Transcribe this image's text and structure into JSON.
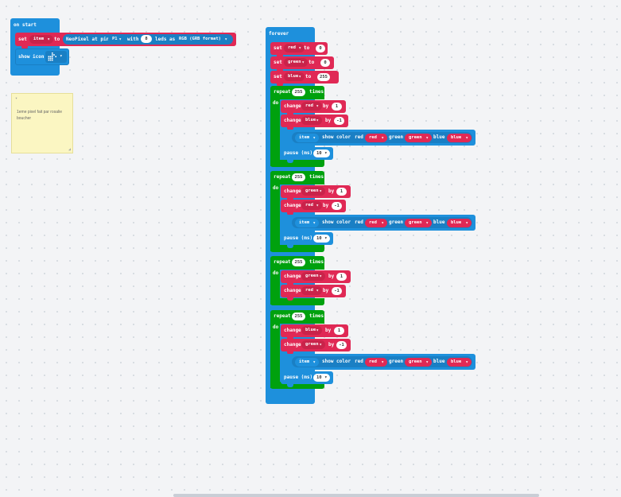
{
  "on_start": {
    "label": "on start",
    "set_kw": "set",
    "item_var": "item",
    "to_kw": "to",
    "neopixel_label": "NeoPixel at pin",
    "pin": "P1",
    "with_kw": "with",
    "leds_value": "8",
    "leds_as": "leds as",
    "format": "RGB (GRB format)",
    "show_icon": "show icon"
  },
  "comment": {
    "text": "1eme pixel fait par rosalie boucher"
  },
  "forever": {
    "label": "forever",
    "sets": [
      {
        "kw": "set",
        "var": "red",
        "to": "to",
        "val": "0"
      },
      {
        "kw": "set",
        "var": "green",
        "to": "to",
        "val": "0"
      },
      {
        "kw": "set",
        "var": "blue",
        "to": "to",
        "val": "255"
      }
    ],
    "repeat_kw": "repeat",
    "times_kw": "times",
    "do_kw": "do",
    "change_kw": "change",
    "by_kw": "by",
    "item_var": "item",
    "show_color": "show color",
    "red_kw": "red",
    "green_kw": "green",
    "blue_kw": "blue",
    "red_var": "red",
    "green_var": "green",
    "blue_var": "blue",
    "pause_label": "pause (ms)",
    "pause_val": "10",
    "loops": [
      {
        "count": "255",
        "c1": {
          "var": "red",
          "val": "1"
        },
        "c2": {
          "var": "blue",
          "val": "-1"
        },
        "show": true
      },
      {
        "count": "255",
        "c1": {
          "var": "green",
          "val": "1"
        },
        "c2": {
          "var": "red",
          "val": "-1"
        },
        "show": true
      },
      {
        "count": "255",
        "c1": {
          "var": "green",
          "val": "1"
        },
        "c2": {
          "var": "red",
          "val": "-1"
        },
        "show": false
      },
      {
        "count": "255",
        "c1": {
          "var": "blue",
          "val": "1"
        },
        "c2": {
          "var": "green",
          "val": "-1"
        },
        "show": true
      }
    ]
  },
  "colors": {
    "loops": "#00a10e",
    "variables": "#e02955",
    "neopixel": "#1e90dc",
    "basic": "#1e90dc",
    "comment": "#fbf6c2"
  }
}
